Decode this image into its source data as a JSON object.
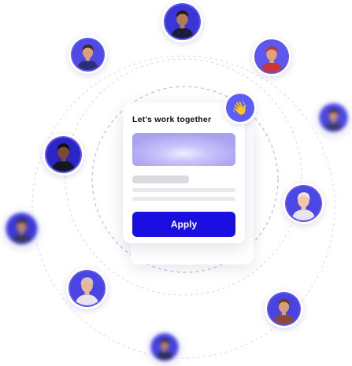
{
  "card": {
    "title": "Let's work together",
    "apply_label": "Apply"
  },
  "badge": {
    "icon": "waving-hand-icon",
    "glyph": "👋"
  },
  "colors": {
    "accent": "#1a0fe0",
    "avatar_ring": "#5b55ee",
    "badge_bg": "#5a5df6",
    "orbit": "#c9cbe6"
  },
  "avatars": [
    {
      "id": "avatar-top",
      "skin": "#b07a5e",
      "hair": "#2a1c18",
      "shirt": "#1c1d3a",
      "bg": "#3a35d8"
    },
    {
      "id": "avatar-upper-left",
      "skin": "#d8a07e",
      "hair": "#3a2a20",
      "shirt": "#2b2f7a",
      "bg": "#4f4ae6"
    },
    {
      "id": "avatar-upper-right",
      "skin": "#e0a27c",
      "hair": "#b23a3a",
      "shirt": "#c8353a",
      "bg": "#5e57ee"
    },
    {
      "id": "avatar-right-edge",
      "skin": "#c89074",
      "hair": "#2a1e1c",
      "shirt": "#3a3b6a",
      "bg": "#4b47e0"
    },
    {
      "id": "avatar-mid-left",
      "skin": "#7a4a34",
      "hair": "#111111",
      "shirt": "#151624",
      "bg": "#2c25c6"
    },
    {
      "id": "avatar-mid-right",
      "skin": "#f1c7a8",
      "hair": "#f0e6d8",
      "shirt": "#e8e4f0",
      "bg": "#4c46e4"
    },
    {
      "id": "avatar-left-edge",
      "skin": "#b9836a",
      "hair": "#2c2226",
      "shirt": "#343764",
      "bg": "#3d39d6"
    },
    {
      "id": "avatar-lower-left",
      "skin": "#e6b89a",
      "hair": "#cfc4b8",
      "shirt": "#e7e3ee",
      "bg": "#4a44e2"
    },
    {
      "id": "avatar-lower-right",
      "skin": "#d89c7c",
      "hair": "#6a3a24",
      "shirt": "#8a4a3a",
      "bg": "#4943e0"
    },
    {
      "id": "avatar-bottom",
      "skin": "#b48068",
      "hair": "#1e1a1c",
      "shirt": "#2c2e52",
      "bg": "#4542dc"
    }
  ]
}
